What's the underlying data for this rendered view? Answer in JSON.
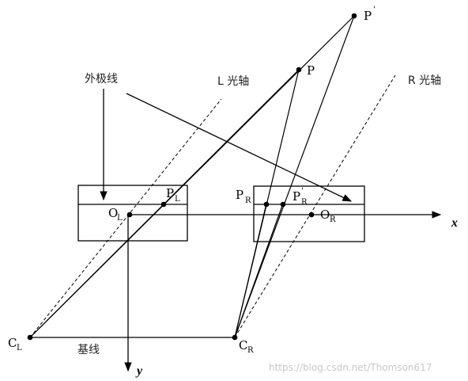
{
  "labels": {
    "p_prime": "P",
    "p_prime_mark": "'",
    "p": "P",
    "epipolar_line": "外极线",
    "l_optical_axis": "L 光轴",
    "r_optical_axis": "R 光轴",
    "p_l": "P",
    "p_l_sub": "L",
    "o_l": "O",
    "o_l_sub": "L",
    "p_r": "P",
    "p_r_sub": "R",
    "p_r_prime": "P",
    "p_r_prime_sub": "R",
    "p_r_prime_mark": "'",
    "o_r": "O",
    "o_r_sub": "R",
    "x_axis": "x",
    "y_axis": "y",
    "c_l": "C",
    "c_l_sub": "L",
    "c_r": "C",
    "c_r_sub": "R",
    "baseline": "基线"
  },
  "watermark": "https://blog.csdn.net/Thomson617"
}
